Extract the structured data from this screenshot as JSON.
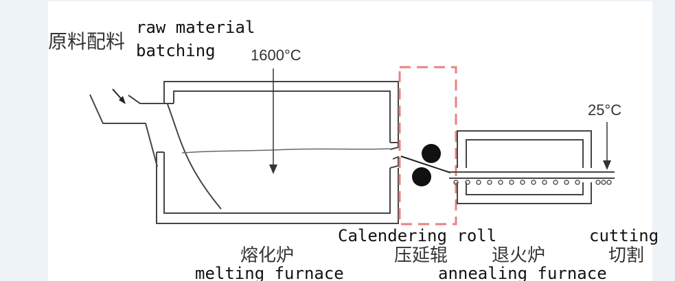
{
  "labels": {
    "raw_material_zh": "原料配料",
    "raw_material_en_line1": "raw material",
    "raw_material_en_line2": "batching",
    "melt_temp": "1600°C",
    "cut_temp": "25°C",
    "calender_en": "Calendering roll",
    "calender_zh": "压延辊",
    "cutting_en": "cutting",
    "cutting_zh": "切割",
    "melting_zh": "熔化炉",
    "melting_en": "melting furnace",
    "annealing_zh": "退火炉",
    "annealing_en": "annealing furnace"
  },
  "colors": {
    "line": "#444444",
    "highlight_box": "#e8827d",
    "roll": "#111111"
  }
}
